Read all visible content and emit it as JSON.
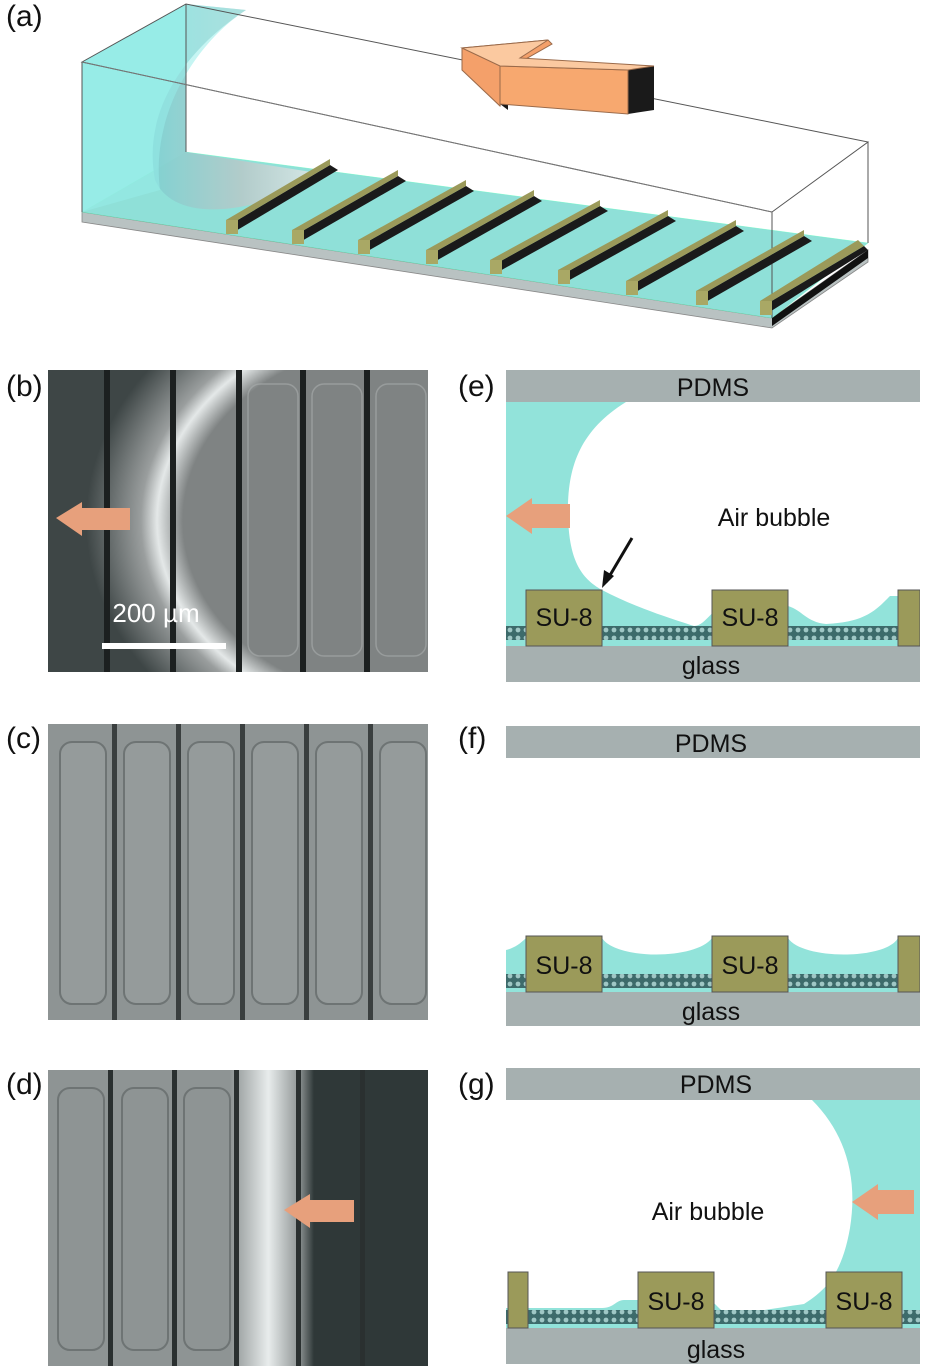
{
  "panels": {
    "a": {
      "label": "(a)"
    },
    "b": {
      "label": "(b)",
      "scale_bar": "200 µm"
    },
    "c": {
      "label": "(c)"
    },
    "d": {
      "label": "(d)"
    },
    "e": {
      "label": "(e)",
      "top": "PDMS",
      "bottom": "glass",
      "bubble": "Air bubble",
      "block1": "SU-8",
      "block2": "SU-8"
    },
    "f": {
      "label": "(f)",
      "top": "PDMS",
      "bottom": "glass",
      "block1": "SU-8",
      "block2": "SU-8"
    },
    "g": {
      "label": "(g)",
      "top": "PDMS",
      "bottom": "glass",
      "bubble": "Air bubble",
      "block1": "SU-8",
      "block2": "SU-8"
    }
  },
  "colors": {
    "liquid": "#92e3da",
    "su8": "#9b9a5a",
    "pdms": "#a6b0b0",
    "arrow": "#e7a07c",
    "arrow3d": "#f6a46e"
  }
}
